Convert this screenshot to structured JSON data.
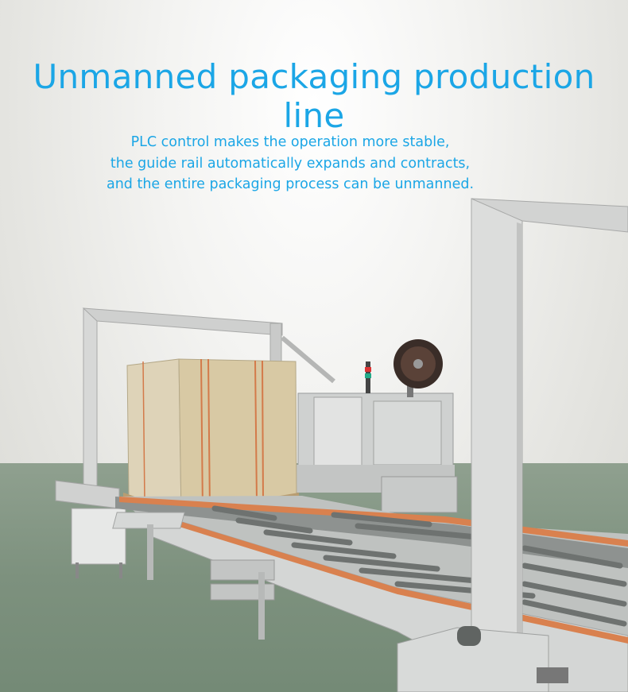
{
  "hero": {
    "title": "Unmanned packaging production line",
    "description_lines": [
      "PLC control makes the operation more stable,",
      "the guide rail automatically expands and contracts,",
      "and the entire packaging process can be unmanned."
    ]
  },
  "colors": {
    "title_text": "#1ba6e6",
    "wall": "#eeeeec",
    "floor": "#7d917e",
    "conveyor_rail": "#d9814f"
  }
}
